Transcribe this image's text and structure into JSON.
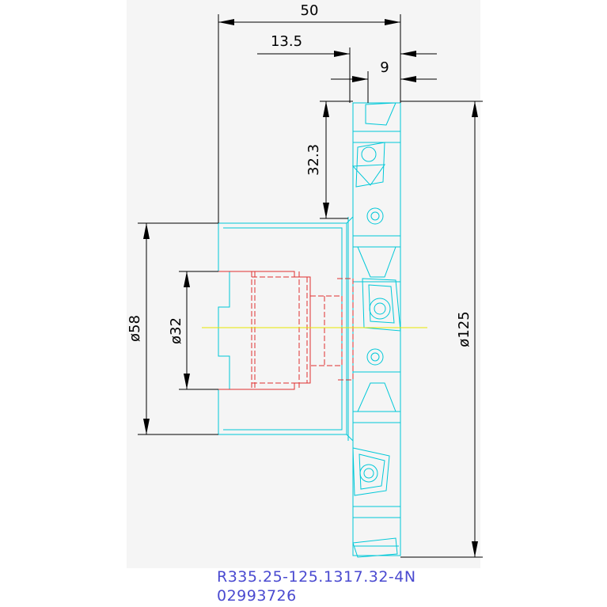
{
  "colors": {
    "outline": "#00c8d8",
    "hidden": "#e03030",
    "centerline": "#e8e800",
    "caption": "#4a4ad0",
    "dimension": "#000000"
  },
  "dimensions": {
    "overall_width": "50",
    "offset_width": "13.5",
    "insert_width": "9",
    "radial_offset": "32.3",
    "hub_diameter": "ø58",
    "bore_diameter": "ø32",
    "cutter_diameter": "ø125"
  },
  "caption": {
    "part_number": "R335.25-125.1317.32-4N",
    "item_code": "02993726"
  }
}
